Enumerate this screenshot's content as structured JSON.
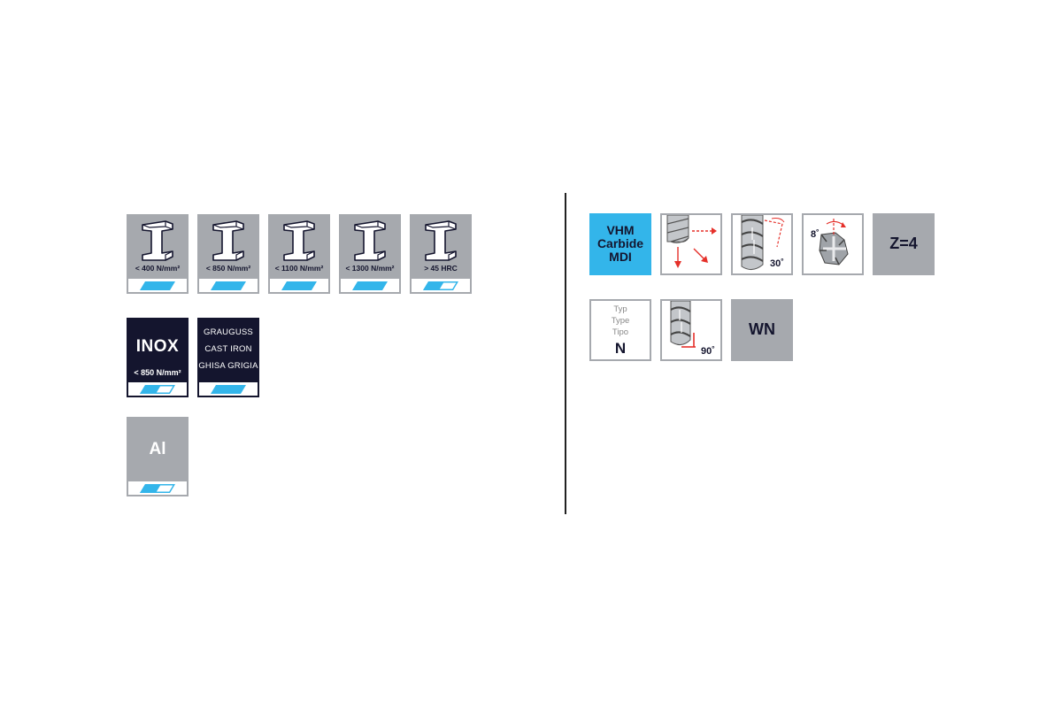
{
  "materials": {
    "steel": [
      {
        "label": "< 400 N/mm²"
      },
      {
        "label": "< 850 N/mm²"
      },
      {
        "label": "< 1100 N/mm²"
      },
      {
        "label": "< 1300 N/mm²"
      },
      {
        "label": "> 45 HRC"
      }
    ],
    "inox": {
      "title": "INOX",
      "sub": "< 850 N/mm²"
    },
    "grauguss": {
      "lines": [
        "GRAUGUSS",
        "CAST IRON",
        "GHISA GRIGIA"
      ]
    },
    "aluminium": {
      "title": "Al"
    },
    "suitability": {
      "steel": [
        "full",
        "full",
        "full",
        "full",
        "partial"
      ],
      "inox": "partial",
      "grauguss": "full",
      "aluminium": "partial"
    }
  },
  "properties": {
    "material": {
      "lines": [
        "VHM",
        "Carbide",
        "MDI"
      ]
    },
    "helix_angle": "30˚",
    "clearance_angle": "8˚",
    "flutes": "Z=4",
    "type": {
      "lines": [
        "Typ",
        "Type",
        "Tipo"
      ],
      "value": "N"
    },
    "cutting_angle": "90˚",
    "shank": "WN"
  },
  "colors": {
    "blue": "#33b5ea",
    "navy": "#14152e",
    "grey": "#a6a9ae",
    "red": "#e5302a"
  },
  "icons": [
    "i-beam-icon",
    "suitability-indicator-icon",
    "end-mill-cutting-direction-icon",
    "helix-angle-icon",
    "clearance-angle-icon",
    "end-mill-cutting-angle-icon"
  ]
}
